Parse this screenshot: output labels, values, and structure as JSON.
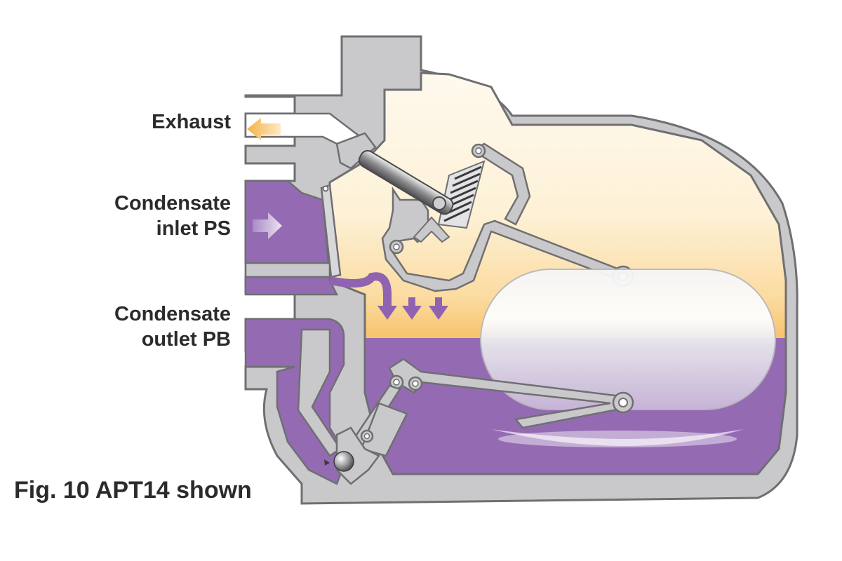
{
  "labels": {
    "exhaust": "Exhaust",
    "inlet_line1": "Condensate",
    "inlet_line2": "inlet PS",
    "outlet_line1": "Condensate",
    "outlet_line2": "outlet PB"
  },
  "caption": "Fig. 10 APT14 shown",
  "colors": {
    "body_grey": "#c9c9cb",
    "outline": "#6f6f72",
    "steam_space": "#fdf3dc",
    "steam_interface": "#f9c878",
    "condensate": "#946bb3",
    "exhaust_arrow": "#f6b24a",
    "flow_arrow": "#8f63b0"
  }
}
